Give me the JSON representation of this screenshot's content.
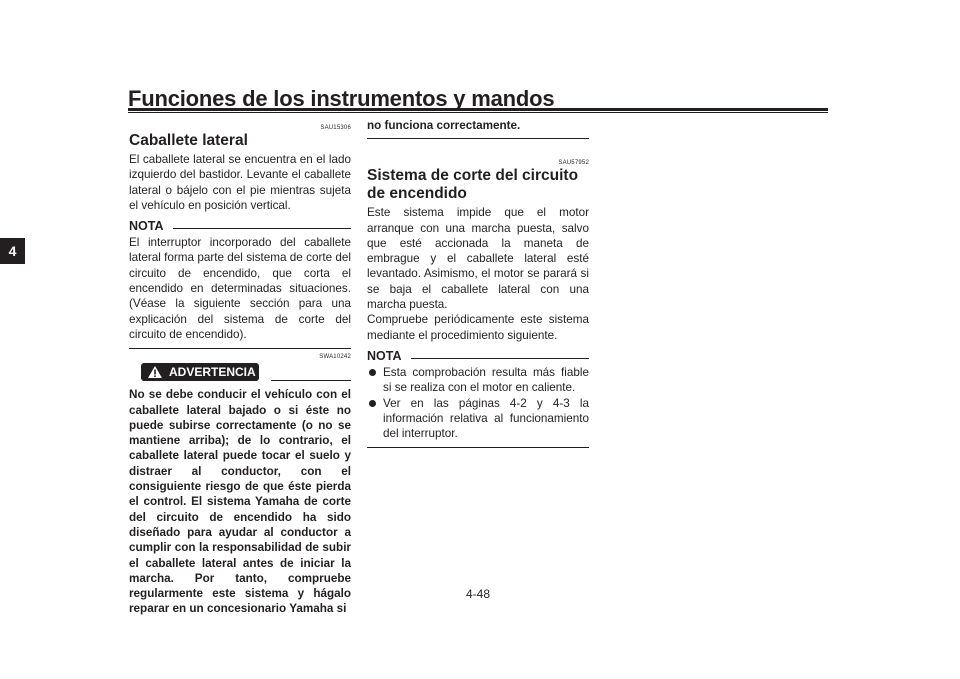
{
  "header": {
    "title": "Funciones de los instrumentos y mandos"
  },
  "chapter_tab": "4",
  "page_number": "4-48",
  "col1": {
    "code": "SAU15306",
    "heading": "Caballete lateral",
    "intro": "El caballete lateral se encuentra en el lado izquierdo del bastidor. Levante el caballete lateral o bájelo con el pie mientras sujeta el vehículo en posición vertical.",
    "nota_label": "NOTA",
    "nota_text": "El interruptor incorporado del caballete lateral forma parte del sistema de corte del circuito de encendido, que corta el encendido en determinadas situaciones. (Véase la siguiente sección para una explicación del sistema de corte del circuito de encendido).",
    "warning_code": "SWA10242",
    "warning_label": "ADVERTENCIA",
    "warning_text": "No se debe conducir el vehículo con el caballete lateral bajado o si éste no puede subirse correctamente (o no se mantiene arriba); de lo contrario, el caballete lateral puede tocar el suelo y distraer al conductor, con el consiguiente riesgo de que éste pierda el control. El sistema Yamaha de corte del circuito de encendido ha sido diseñado para ayudar al conductor a cumplir con la responsabilidad de subir el caballete lateral antes de iniciar la marcha. Por tanto, compruebe regularmente este sistema y hágalo reparar en un concesionario Yamaha si"
  },
  "col2": {
    "warning_continued": "no funciona correctamente.",
    "code": "SAU57952",
    "heading": "Sistema de corte del circuito de encendido",
    "text1": "Este sistema impide que el motor arranque con una marcha puesta, salvo que esté accionada la maneta de embrague y el caballete lateral esté levantado. Asimismo, el motor se parará si se baja el caballete lateral con una marcha puesta.",
    "text2": "Compruebe periódicamente este sistema mediante el procedimiento siguiente.",
    "nota_label": "NOTA",
    "nota_items": [
      "Esta comprobación resulta más fiable si se realiza con el motor en caliente.",
      "Ver en las páginas 4-2 y 4-3 la información relativa al funcionamiento del interruptor."
    ]
  }
}
